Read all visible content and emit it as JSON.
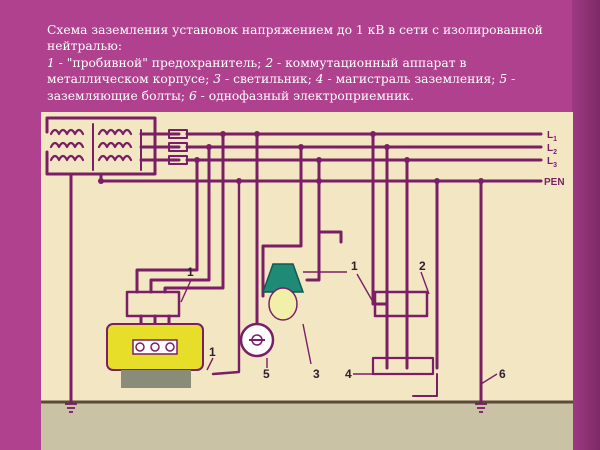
{
  "caption": {
    "title": "Схема заземления установок напряжением до 1 кВ в сети с изолированной нейтралью:",
    "items": [
      {
        "num": "1",
        "text": " - \"пробивной\" предохранитель; "
      },
      {
        "num": "2",
        "text": " - коммутационный аппарат в металлическом корпусе; "
      },
      {
        "num": "3",
        "text": " - светильник; "
      },
      {
        "num": "4",
        "text": " - магистраль заземления; "
      },
      {
        "num": "5",
        "text": " - заземляющие болты; "
      },
      {
        "num": "6",
        "text": " - однофазный электроприемник."
      }
    ]
  },
  "diagram": {
    "bus_labels": {
      "l1": "L",
      "l1_sub": "1",
      "l2": "L",
      "l2_sub": "2",
      "l3": "L",
      "l3_sub": "3",
      "pen": "PEN"
    },
    "callouts": {
      "fuse_left": "1",
      "fuse_bottom": "1",
      "fuse_right": "1",
      "switch": "2",
      "lamp": "3",
      "ground_bus": "4",
      "bolt": "5",
      "receiver": "6"
    },
    "colors": {
      "background": "#b0418f",
      "panel": "#f3e6c3",
      "wire": "#7a1e66",
      "motor": "#e7de2a",
      "lamp_shade": "#1f8a76",
      "lamp_bulb": "#f2f0a8",
      "floor": "#c9c2a4"
    }
  }
}
